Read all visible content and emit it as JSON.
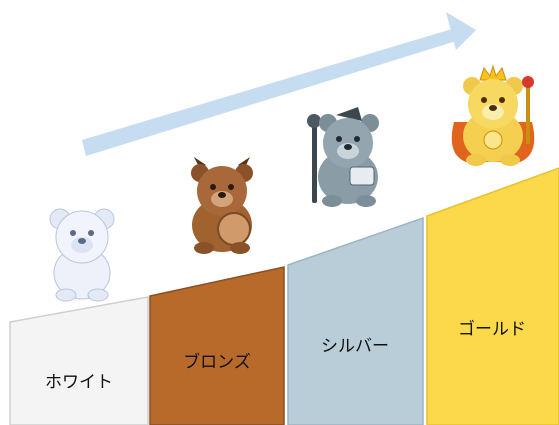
{
  "tiers": [
    {
      "label": "ホワイト",
      "color": "#f4f4f4",
      "border": "#cfcfcf"
    },
    {
      "label": "ブロンズ",
      "color": "#b86a2a",
      "border": "#8b4f1f"
    },
    {
      "label": "シルバー",
      "color": "#b9cdd8",
      "border": "#9cb4c2"
    },
    {
      "label": "ゴールド",
      "color": "#fbd94a",
      "border": "#e9c12f"
    }
  ],
  "arrow": {
    "color": "#c6dcf0",
    "icon": "upward-arrow-icon"
  },
  "bears": [
    {
      "icon": "white-bear-mascot-icon"
    },
    {
      "icon": "bronze-bear-mascot-icon"
    },
    {
      "icon": "silver-bear-mascot-icon"
    },
    {
      "icon": "gold-bear-mascot-icon"
    }
  ]
}
